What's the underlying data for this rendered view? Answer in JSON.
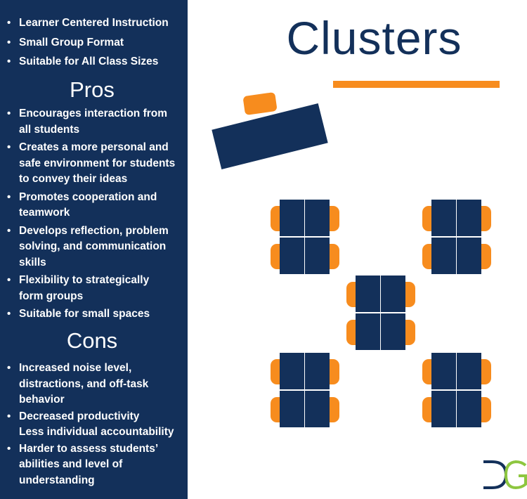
{
  "colors": {
    "navy": "#13305a",
    "orange": "#f78c1e",
    "logo_green": "#8dc63f"
  },
  "title": "Clusters",
  "intro_items": [
    {
      "lines": [
        "Learner Centered Instruction"
      ]
    },
    {
      "lines": [
        "Small Group Format"
      ]
    },
    {
      "lines": [
        "Suitable for All Class Sizes"
      ]
    }
  ],
  "pros": {
    "heading": "Pros",
    "items": [
      {
        "lines": [
          "Encourages interaction from",
          "all students"
        ]
      },
      {
        "lines": [
          "Creates a more personal and",
          "safe environment for students",
          "to convey their ideas"
        ]
      },
      {
        "lines": [
          "Promotes cooperation and",
          "teamwork"
        ]
      },
      {
        "lines": [
          "Develops reflection, problem",
          "solving, and communication",
          "skills"
        ]
      },
      {
        "lines": [
          "Flexibility to strategically",
          "form groups"
        ]
      },
      {
        "lines": [
          "Suitable for small spaces"
        ]
      }
    ]
  },
  "cons": {
    "heading": "Cons",
    "items": [
      {
        "lines": [
          "Increased noise level,",
          "distractions, and off-task",
          "behavior"
        ]
      },
      {
        "lines": [
          "Decreased productivity",
          "Less individual accountability"
        ]
      },
      {
        "lines": [
          "Harder to assess students’",
          "abilities and level of",
          "understanding"
        ]
      }
    ]
  },
  "logo_icon": "dg-logo-icon"
}
